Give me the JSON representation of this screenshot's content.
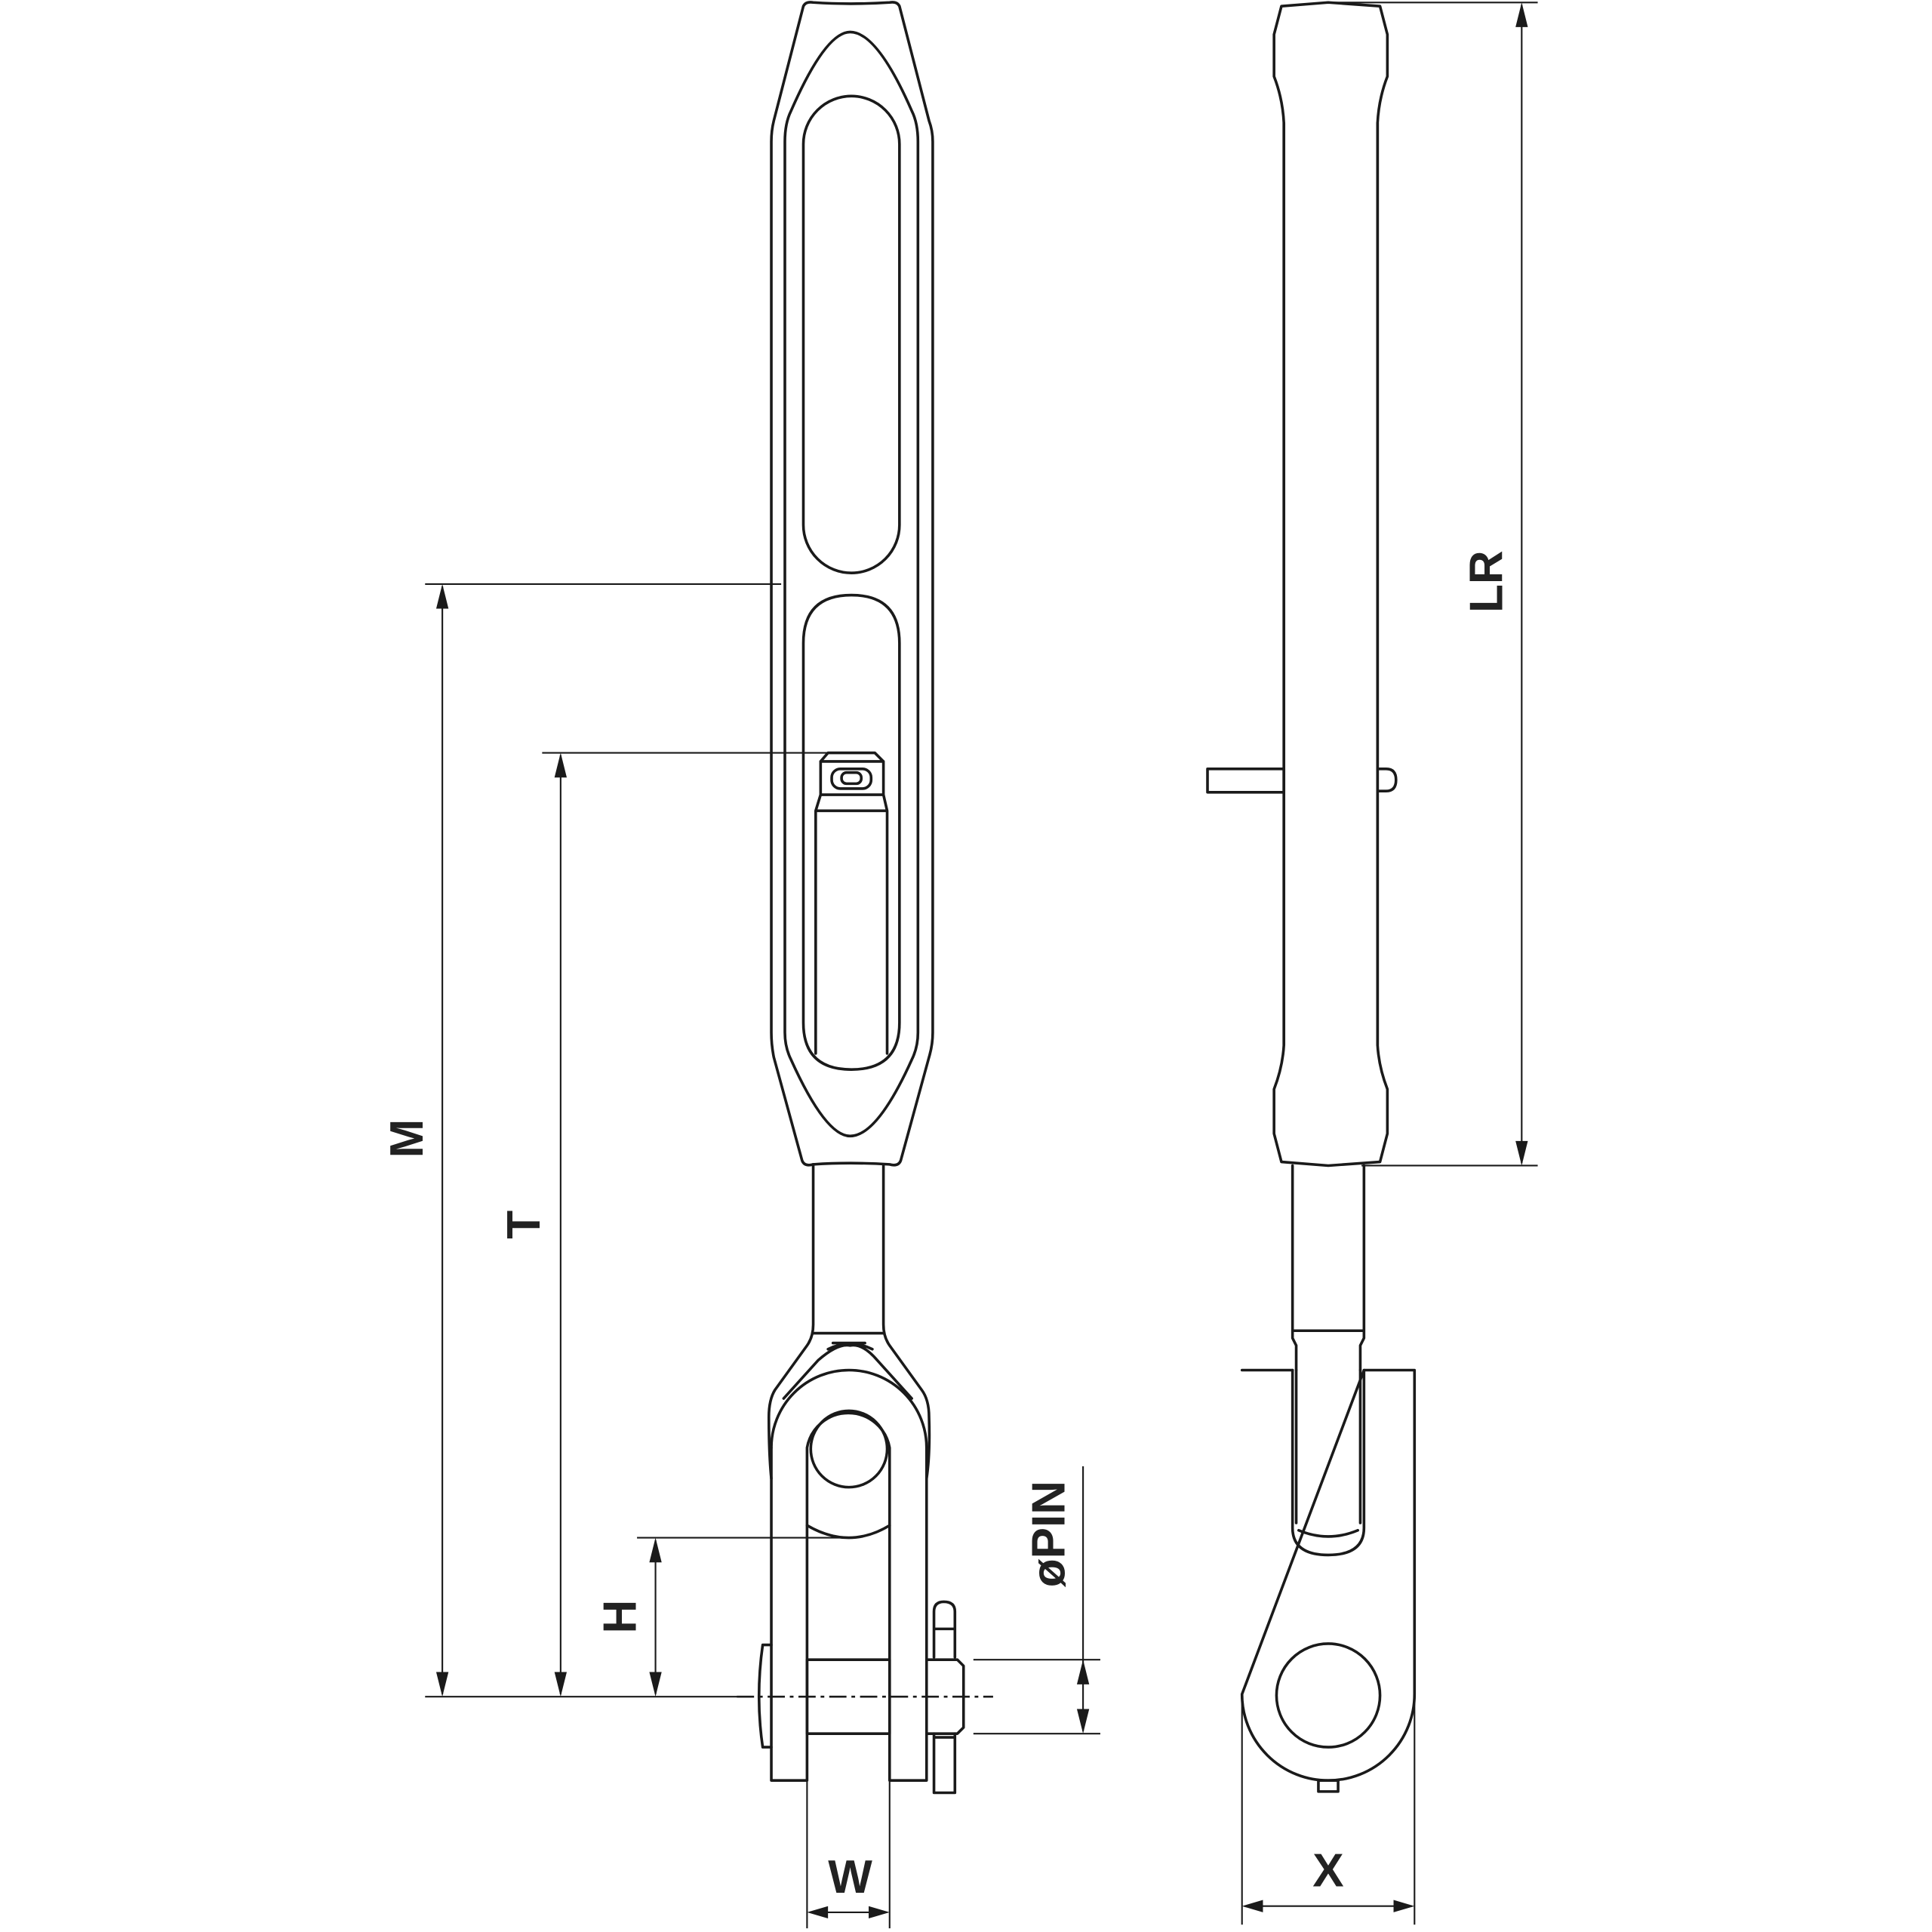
{
  "drawing": {
    "title": "Turnbuckle with jaw end - dimension drawing",
    "dimensions": {
      "M": "M",
      "T": "T",
      "H": "H",
      "W": "W",
      "X": "X",
      "LR": "LR",
      "PIN": "øPIN"
    },
    "line_color": "#1a1a1a"
  }
}
